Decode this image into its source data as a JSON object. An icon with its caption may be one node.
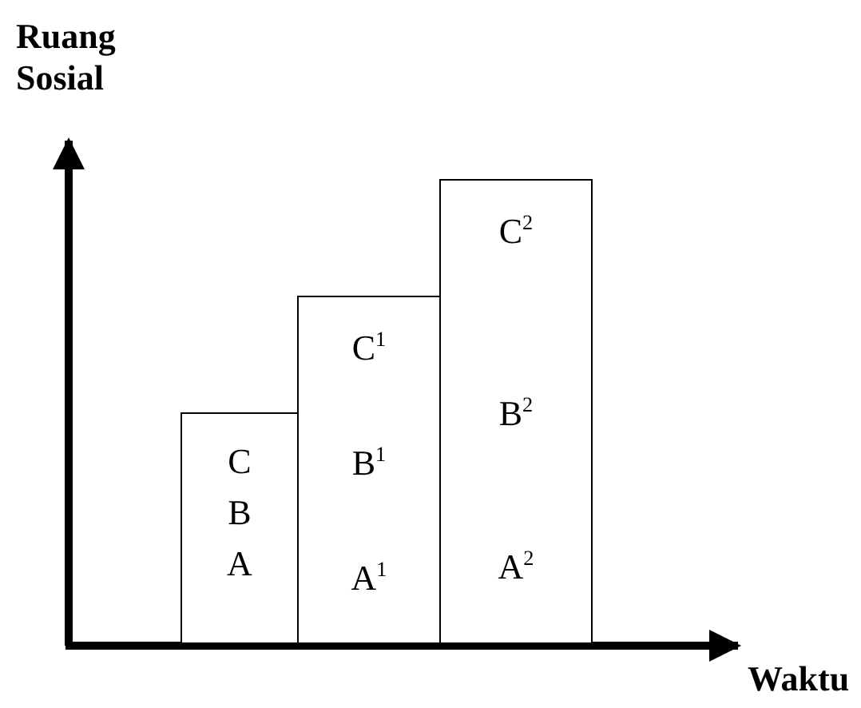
{
  "diagram": {
    "nodes": [
      {
        "text": [
          "C",
          "B",
          "A"
        ]
      },
      {
        "text": [
          "C$^{1}$",
          "B$^{1}$",
          "A$^{1}$"
        ]
      },
      {
        "text": [
          "C$^{2}$",
          "B$^{2}$",
          "A$^{2}$"
        ]
      }
    ],
    "labels": [
      "Ruang Sosial",
      "Waktu"
    ]
  }
}
